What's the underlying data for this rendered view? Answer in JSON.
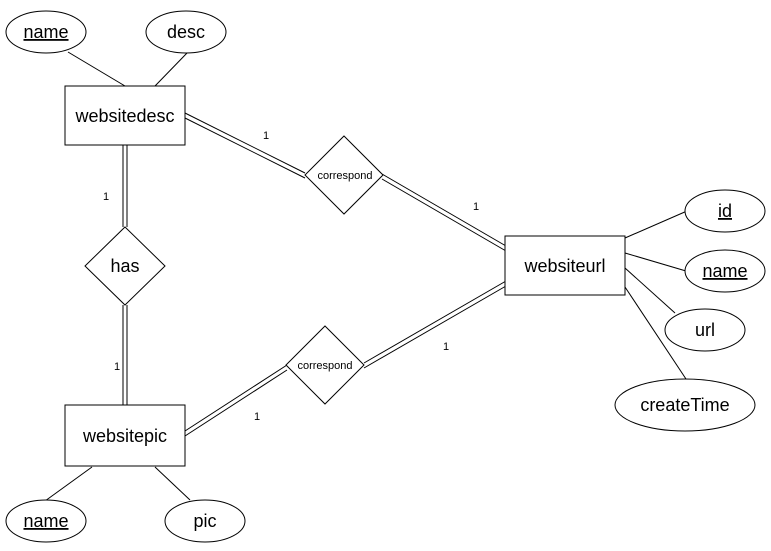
{
  "entities": {
    "websitedesc": "websitedesc",
    "websitepic": "websitepic",
    "websiteurl": "websiteurl"
  },
  "attributes": {
    "websitedesc_name": "name",
    "websitedesc_desc": "desc",
    "websitepic_name": "name",
    "websitepic_pic": "pic",
    "websiteurl_id": "id",
    "websiteurl_name": "name",
    "websiteurl_url": "url",
    "websiteurl_createtime": "createTime"
  },
  "relationships": {
    "has": "has",
    "correspond_desc": "correspond",
    "correspond_pic": "correspond"
  },
  "cardinalities": {
    "has_desc": "1",
    "has_pic": "1",
    "corr_desc_desc": "1",
    "corr_desc_url": "1",
    "corr_pic_pic": "1",
    "corr_pic_url": "1"
  }
}
